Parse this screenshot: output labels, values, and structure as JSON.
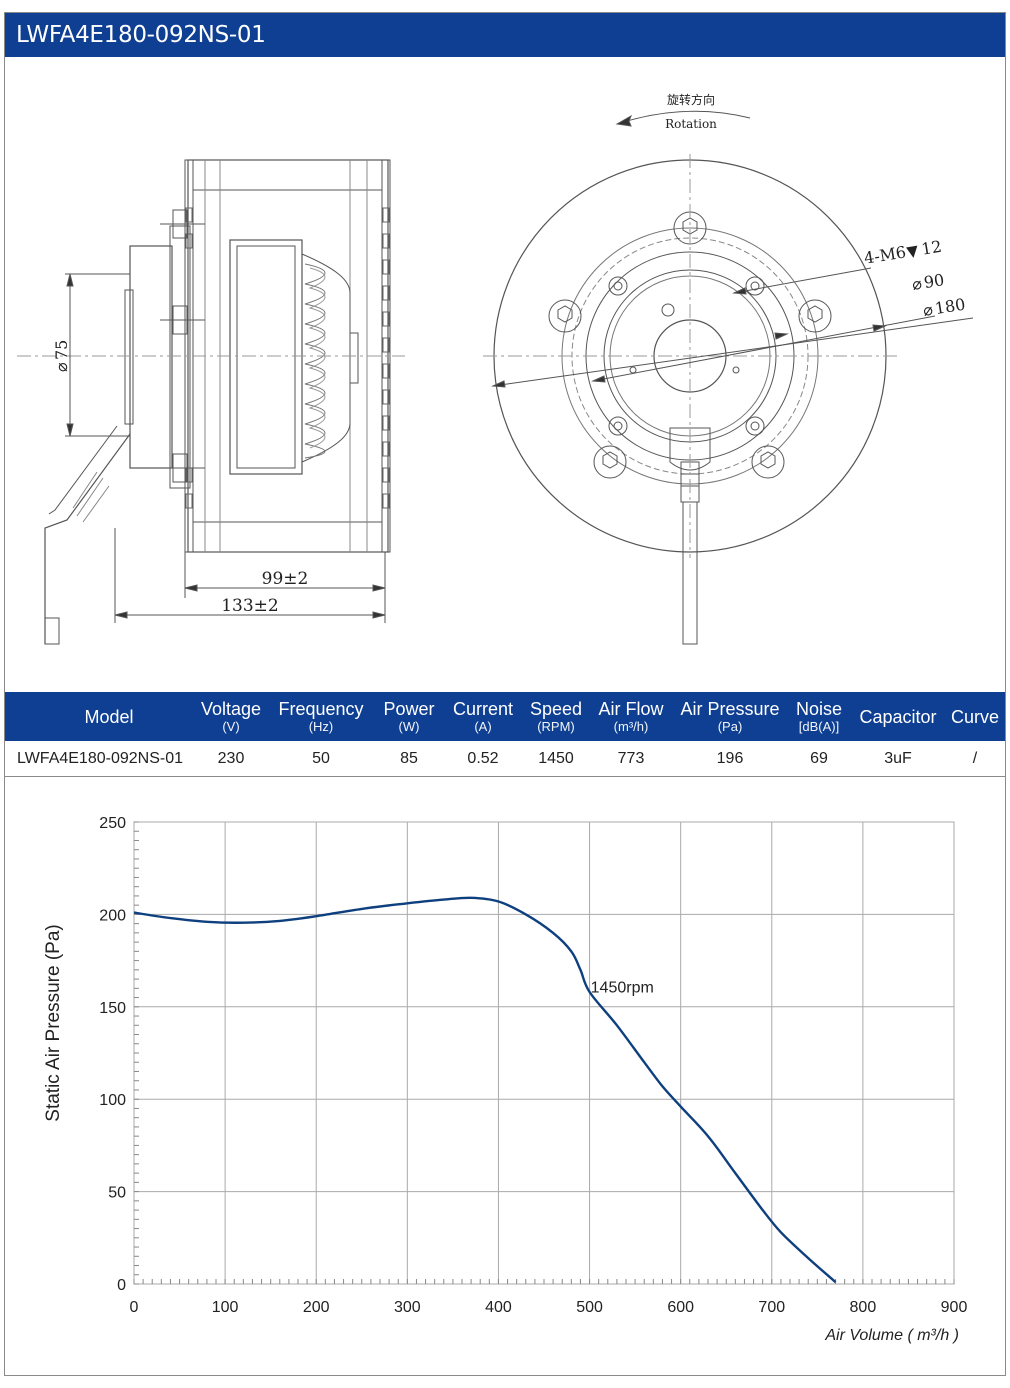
{
  "header": {
    "title": "LWFA4E180-092NS-01"
  },
  "drawing": {
    "rotation_cn": "旋转方向",
    "rotation_en": "Rotation",
    "dim_hole": "4-M6",
    "dim_hole_depth": "12",
    "dim_90": "90",
    "dim_180": "180",
    "dim_75": "75",
    "dim_99": "99±2",
    "dim_133": "133±2"
  },
  "spec_table": {
    "columns": [
      {
        "label": "Model",
        "unit": ""
      },
      {
        "label": "Voltage",
        "unit": "(V)"
      },
      {
        "label": "Frequency",
        "unit": "(Hz)"
      },
      {
        "label": "Power",
        "unit": "(W)"
      },
      {
        "label": "Current",
        "unit": "(A)"
      },
      {
        "label": "Speed",
        "unit": "(RPM)"
      },
      {
        "label": "Air Flow",
        "unit": "(m³/h)"
      },
      {
        "label": "Air Pressure",
        "unit": "(Pa)"
      },
      {
        "label": "Noise",
        "unit": "[dB(A)]"
      },
      {
        "label": "Capacitor",
        "unit": ""
      },
      {
        "label": "Curve",
        "unit": ""
      }
    ],
    "row": [
      "LWFA4E180-092NS-01",
      "230",
      "50",
      "85",
      "0.52",
      "1450",
      "773",
      "196",
      "69",
      "3uF",
      "/"
    ]
  },
  "chart_data": {
    "type": "line",
    "xlabel": "Air Volume ( m³/h )",
    "ylabel": "Static Air Pressure  (Pa)",
    "xlim": [
      0,
      900
    ],
    "ylim": [
      0,
      250
    ],
    "xticks": [
      0,
      100,
      200,
      300,
      400,
      500,
      600,
      700,
      800,
      900
    ],
    "yticks": [
      0,
      50,
      100,
      150,
      200,
      250
    ],
    "grid": true,
    "series": [
      {
        "name": "1450rpm",
        "color": "#0e3f7e",
        "x": [
          0,
          40,
          80,
          120,
          160,
          200,
          250,
          300,
          340,
          370,
          400,
          430,
          460,
          480,
          490,
          500,
          530,
          560,
          580,
          600,
          630,
          660,
          690,
          710,
          740,
          770
        ],
        "y": [
          201,
          198,
          196,
          195.5,
          196.5,
          199,
          203,
          206,
          208,
          209,
          207,
          200,
          190,
          180,
          170,
          158,
          140,
          120,
          107,
          96,
          80,
          60,
          40,
          28,
          14,
          1
        ]
      }
    ],
    "annotations": [
      {
        "text": "1450rpm",
        "x": 510,
        "y": 162
      }
    ]
  }
}
